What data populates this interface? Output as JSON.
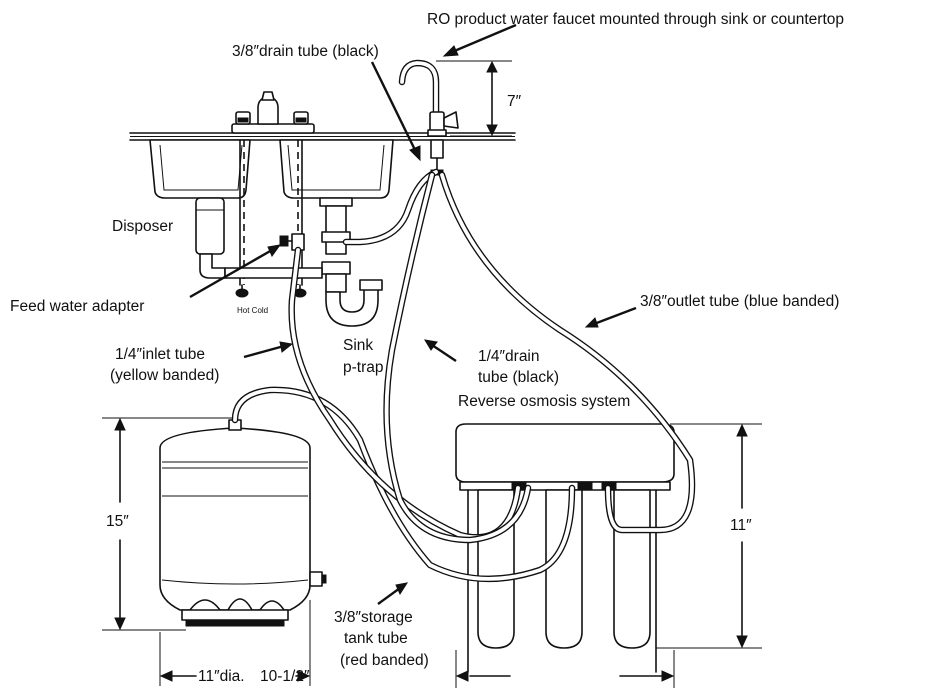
{
  "labels": {
    "faucet": "RO product water faucet mounted through sink or countertop",
    "drain_tube_top": "3/8″drain tube (black)",
    "faucet_height": "7″",
    "disposer": "Disposer",
    "feed_water_adapter": "Feed water adapter",
    "hot_cold": "Hot Cold",
    "outlet_tube": "3/8″outlet tube (blue banded)",
    "inlet_tube_line1": "1/4″inlet tube",
    "inlet_tube_line2": "(yellow banded)",
    "sink_ptrap_line1": "Sink",
    "sink_ptrap_line2": "p-trap",
    "drain_tube_mid_line1": "1/4″drain",
    "drain_tube_mid_line2": "tube (black)",
    "ro_system": "Reverse osmosis system",
    "tank_height": "15″",
    "system_height": "11″",
    "storage_tube_line1": "3/8″storage",
    "storage_tube_line2": "tank tube",
    "storage_tube_line3": "(red banded)",
    "tank_diameter": "11″dia.",
    "system_width": "10-1/2″"
  }
}
